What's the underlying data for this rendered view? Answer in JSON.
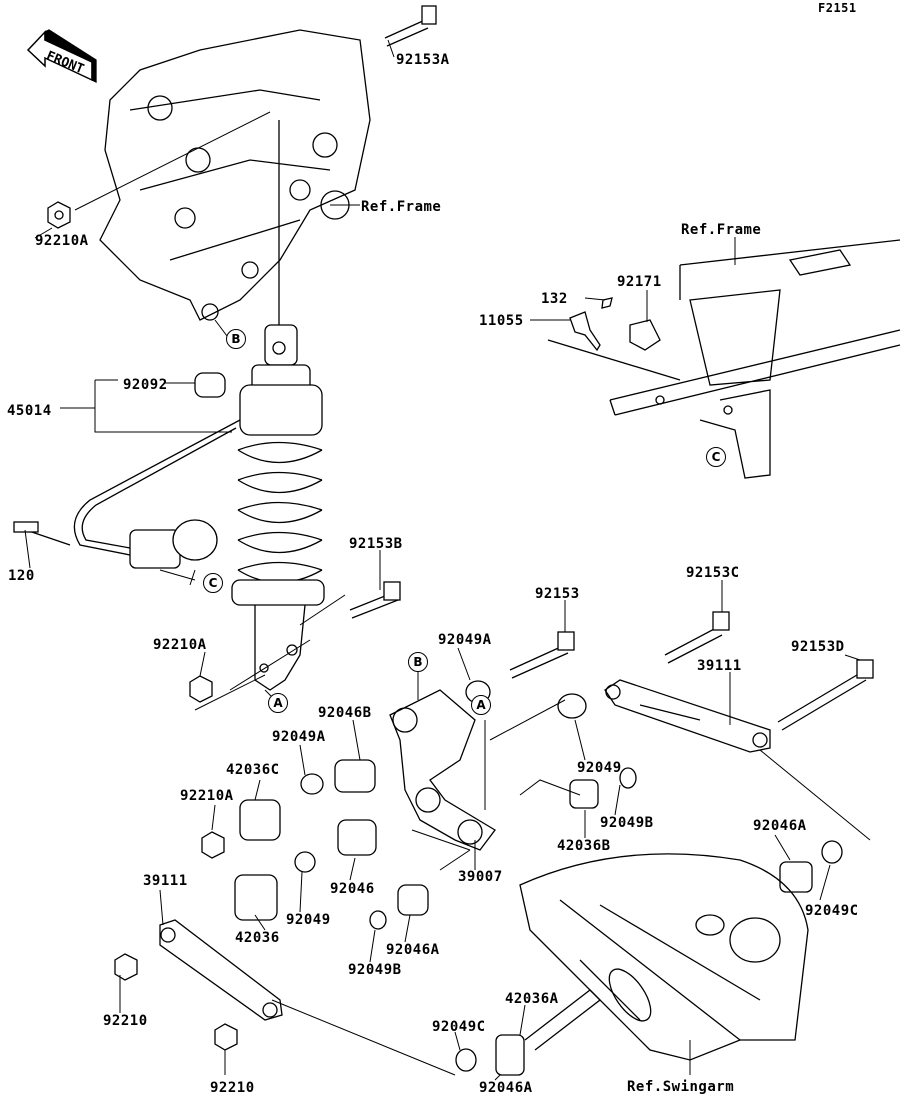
{
  "diagram_code": "F2151",
  "front_logo": "FRONT",
  "labels": [
    "92153A",
    "Ref.Frame",
    "92210A",
    "92092",
    "45014",
    "Ref.Frame",
    "92171",
    "132",
    "11055",
    "120",
    "92153B",
    "92153",
    "92153C",
    "92210A",
    "92049A",
    "39111",
    "92153D",
    "92046B",
    "92049A",
    "42036C",
    "92049",
    "92210A",
    "92049B",
    "42036B",
    "92046A",
    "39007",
    "39111",
    "92046",
    "92049",
    "42036",
    "92049C",
    "92046A",
    "92049B",
    "42036A",
    "92210",
    "92049C",
    "92210",
    "92046A",
    "Ref.Swingarm"
  ],
  "markers": [
    "B",
    "C",
    "C",
    "A",
    "B",
    "A"
  ]
}
